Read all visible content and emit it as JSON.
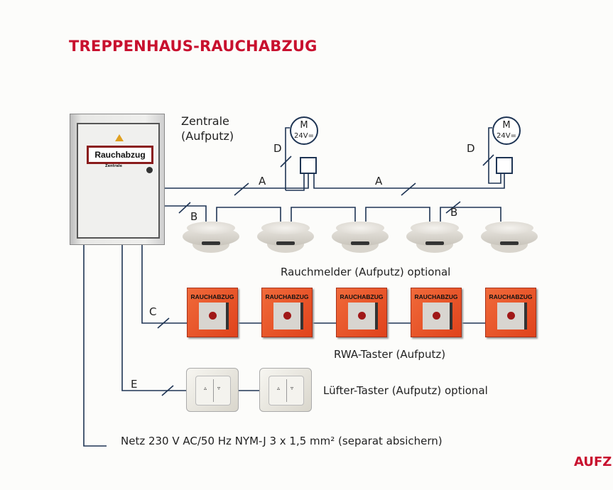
{
  "title": "TREPPENHAUS-RAUCHABZUG",
  "corner_heading": "AUFZ",
  "accent_color": "#c8102e",
  "wire_color": "#1f3554",
  "cabinet": {
    "sign": "Rauchabzug",
    "sub": "Zentrale",
    "label_line1": "Zentrale",
    "label_line2": "(Aufputz)"
  },
  "motors": [
    {
      "letter": "M",
      "voltage": "24V="
    },
    {
      "letter": "M",
      "voltage": "24V="
    }
  ],
  "cable_labels": {
    "a1": "A",
    "a2": "A",
    "b1": "B",
    "b2": "B",
    "c": "C",
    "d1": "D",
    "d2": "D",
    "e": "E"
  },
  "detectors_label": "Rauchmelder (Aufputz) optional",
  "rwa_label": "RWA-Taster (Aufputz)",
  "rwa_box_text": "RAUCHABZUG",
  "rwa_count": 5,
  "detector_count": 5,
  "switch_label": "Lüfter-Taster (Aufputz) optional",
  "switch_arrows": {
    "up": "▵",
    "down": "▿"
  },
  "mains_label": "Netz 230 V AC/50 Hz  NYM-J 3 x 1,5 mm² (separat absichern)"
}
